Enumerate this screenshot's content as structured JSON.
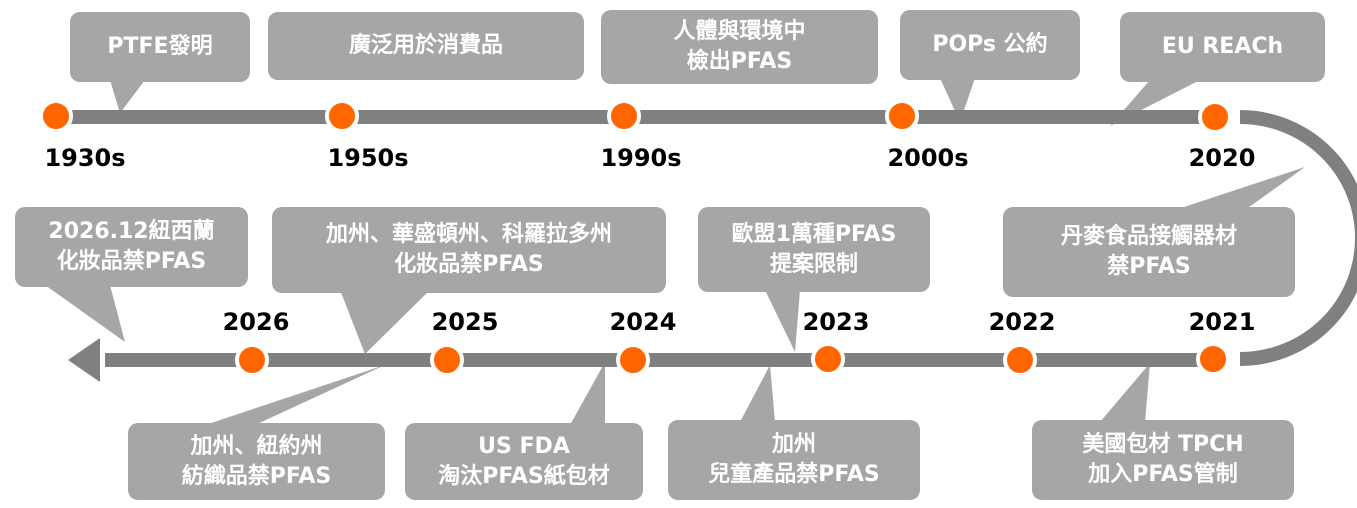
{
  "colors": {
    "line": "#808080",
    "dot": "#ff6600",
    "box": "#a6a6a6",
    "box_text": "#ffffff"
  },
  "top_years": [
    "1930s",
    "1950s",
    "1990s",
    "2000s",
    "2020"
  ],
  "bottom_years": [
    "2026",
    "2025",
    "2024",
    "2023",
    "2022",
    "2021"
  ],
  "events": {
    "ptfe": [
      "PTFE發明"
    ],
    "consumer": [
      "廣泛用於消費品"
    ],
    "detected": [
      "人體與環境中",
      "檢出PFAS"
    ],
    "pops": [
      "POPs 公約"
    ],
    "reach": [
      "EU REACh"
    ],
    "nz": [
      "2026.12紐西蘭",
      "化妝品禁PFAS"
    ],
    "states": [
      "加州、華盛頓州、科羅拉多州",
      "化妝品禁PFAS"
    ],
    "eu": [
      "歐盟1萬種PFAS",
      "提案限制"
    ],
    "denmark": [
      "丹麥食品接觸器材",
      "禁PFAS"
    ],
    "ny": [
      "加州、紐約州",
      "紡織品禁PFAS"
    ],
    "fda": [
      "US FDA",
      "淘汰PFAS紙包材"
    ],
    "ca_kids": [
      "加州",
      "兒童產品禁PFAS"
    ],
    "tpch": [
      "美國包材 TPCH",
      "加入PFAS管制"
    ]
  }
}
